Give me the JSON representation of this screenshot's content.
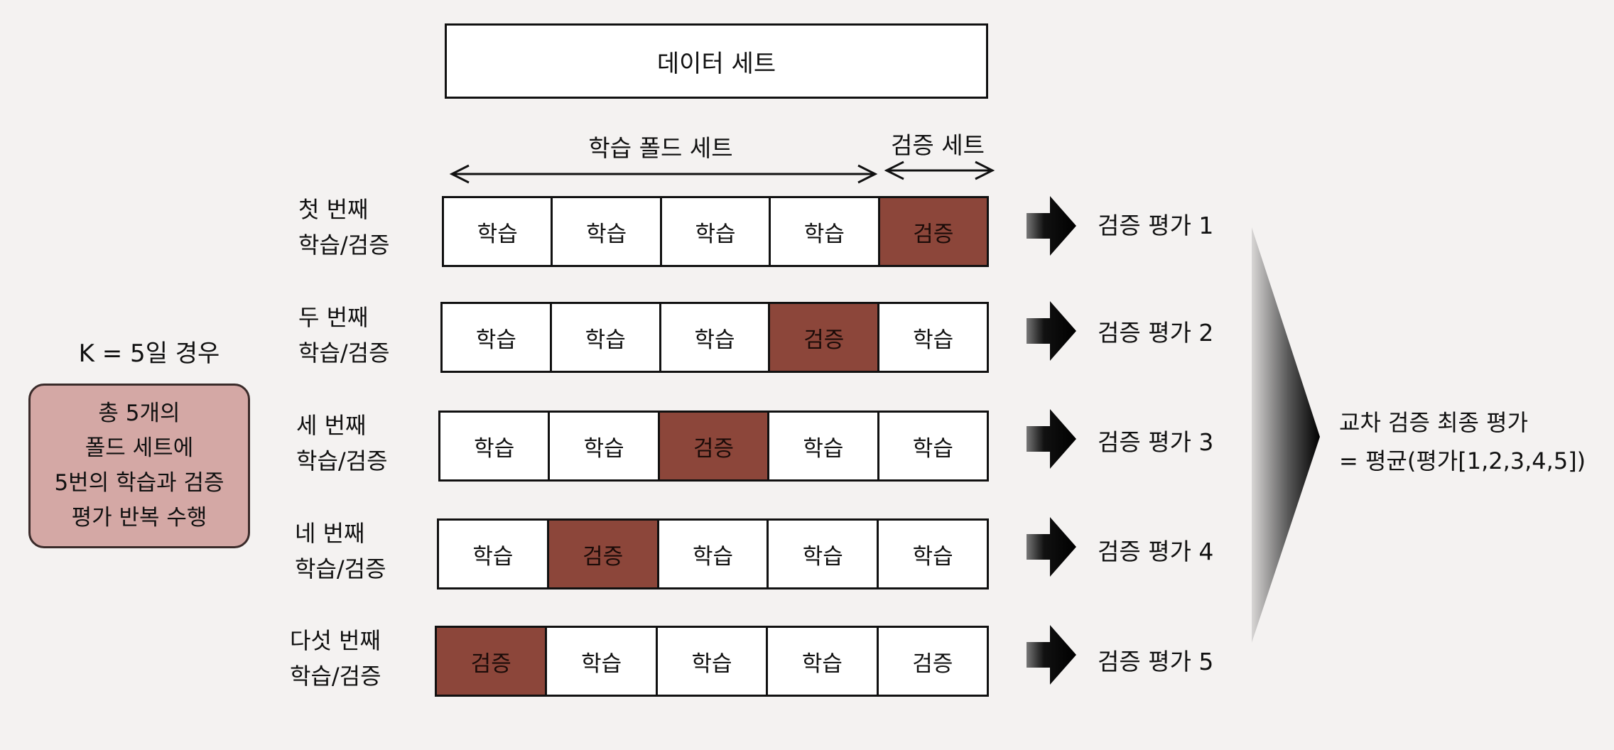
{
  "dataset_label": "데이터 세트",
  "train_range_label": "학습 폴드 세트",
  "valid_range_label": "검증 세트",
  "k_label": "K = 5일 경우",
  "info_lines": [
    "총 5개의",
    "폴드 세트에",
    "5번의 학습과 검증",
    "평가 반복 수행"
  ],
  "folds": [
    {
      "label_line1": "첫 번째",
      "label_line2": "학습/검증",
      "cells": [
        "학습",
        "학습",
        "학습",
        "학습",
        "검증"
      ],
      "valid_index": 4,
      "result": "검증 평가 1"
    },
    {
      "label_line1": "두 번째",
      "label_line2": "학습/검증",
      "cells": [
        "학습",
        "학습",
        "학습",
        "검증",
        "학습"
      ],
      "valid_index": 3,
      "result": "검증 평가 2"
    },
    {
      "label_line1": "세 번째",
      "label_line2": "학습/검증",
      "cells": [
        "학습",
        "학습",
        "검증",
        "학습",
        "학습"
      ],
      "valid_index": 2,
      "result": "검증 평가 3"
    },
    {
      "label_line1": "네 번째",
      "label_line2": "학습/검증",
      "cells": [
        "학습",
        "검증",
        "학습",
        "학습",
        "학습"
      ],
      "valid_index": 1,
      "result": "검증 평가 4"
    },
    {
      "label_line1": "다섯 번째",
      "label_line2": "학습/검증",
      "cells": [
        "검증",
        "학습",
        "학습",
        "학습",
        "검증"
      ],
      "valid_index": 0,
      "result": "검증 평가 5"
    }
  ],
  "final_line1": "교차 검증 최종 평가",
  "final_line2": "= 평균(평가[1,2,3,4,5])",
  "colors": {
    "validation_cell": "#8c463a",
    "info_box": "#d4a8a5",
    "background": "#f4f2f1"
  }
}
